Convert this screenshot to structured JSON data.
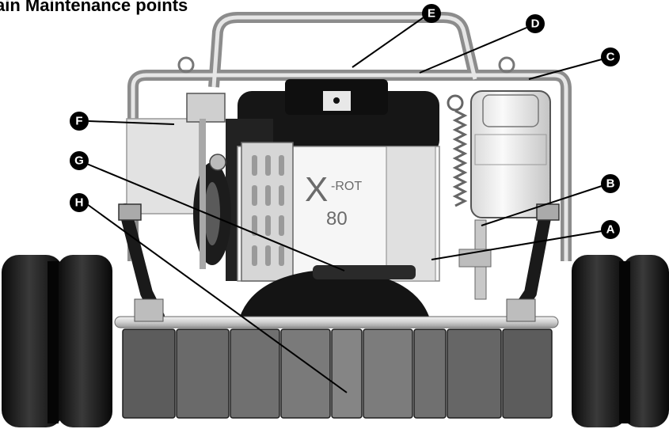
{
  "title": "ain Maintenance points",
  "machine": {
    "brand_mark": "X",
    "brand_text": "-ROT",
    "model": "80"
  },
  "callouts": [
    {
      "id": "A",
      "label": "A"
    },
    {
      "id": "B",
      "label": "B"
    },
    {
      "id": "C",
      "label": "C"
    },
    {
      "id": "D",
      "label": "D"
    },
    {
      "id": "E",
      "label": "E"
    },
    {
      "id": "F",
      "label": "F"
    },
    {
      "id": "G",
      "label": "G"
    },
    {
      "id": "H",
      "label": "H"
    }
  ]
}
